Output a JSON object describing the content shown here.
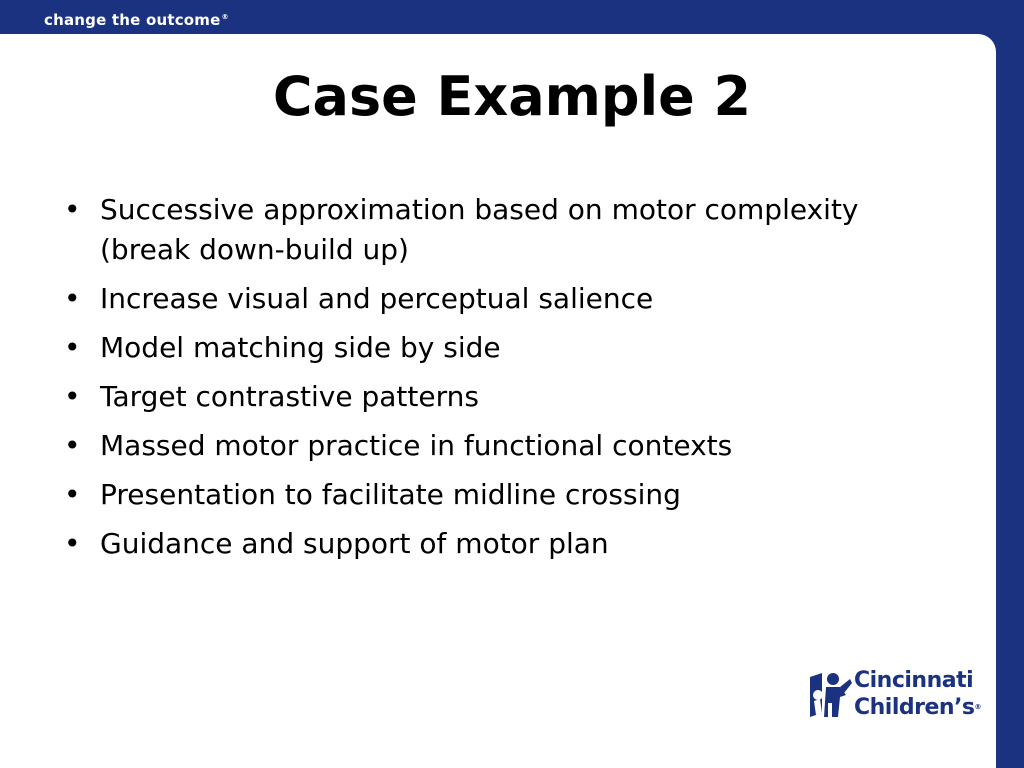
{
  "header": {
    "tagline": "change the outcome",
    "tagline_mark": "®"
  },
  "slide": {
    "title": "Case Example 2",
    "bullet_char": "•",
    "bullets": [
      "Successive approximation based on motor complexity (break down-build up)",
      "Increase visual and perceptual salience",
      "Model matching side by side",
      "Target contrastive patterns",
      "Massed motor practice in functional contexts",
      "Presentation to facilitate midline crossing",
      "Guidance and support of motor plan"
    ]
  },
  "logo": {
    "line1": "Cincinnati",
    "line2": "Children’s",
    "mark": "®",
    "icon": "cincinnati-childrens-logo-icon"
  },
  "colors": {
    "brand_blue": "#1b3281",
    "background": "#ffffff",
    "text": "#000000"
  }
}
